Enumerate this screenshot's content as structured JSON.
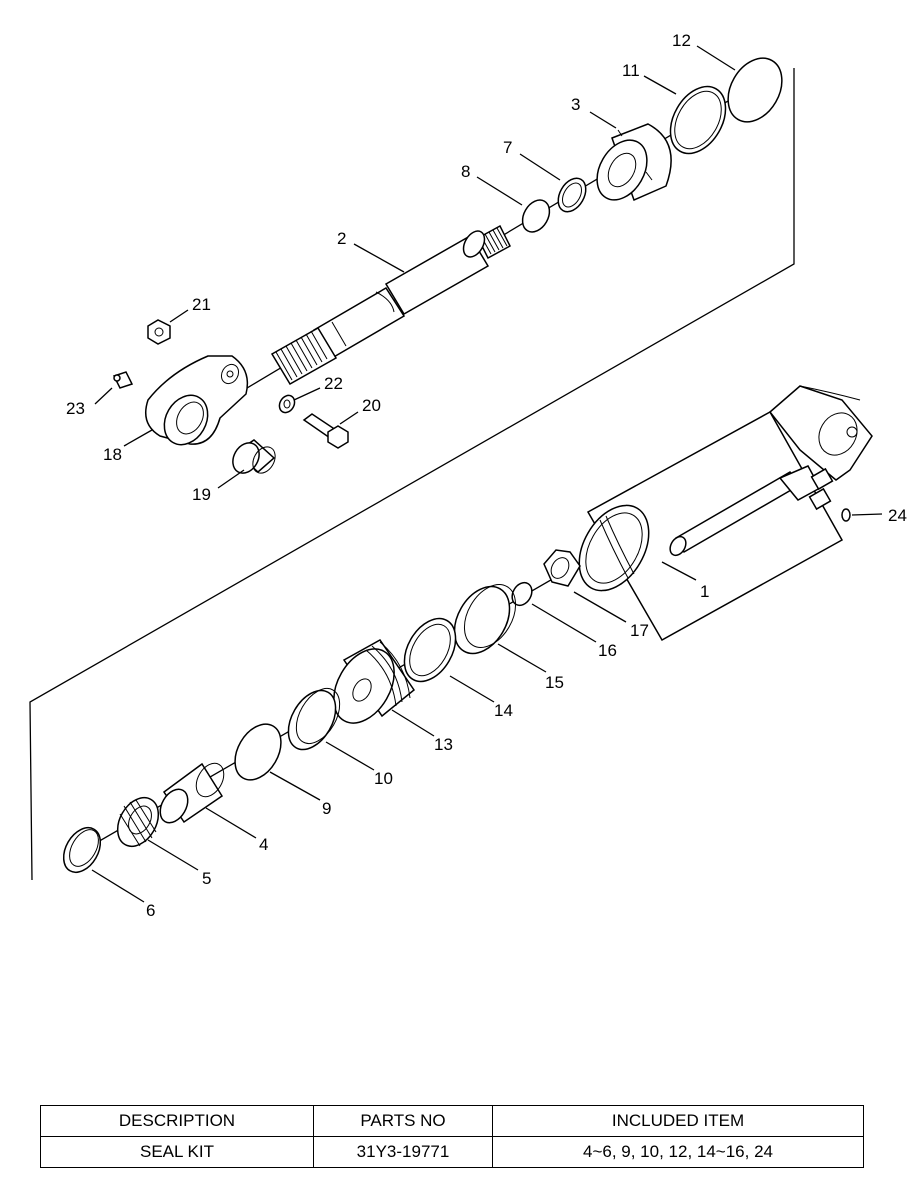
{
  "callouts": [
    "1",
    "2",
    "3",
    "4",
    "5",
    "6",
    "7",
    "8",
    "9",
    "10",
    "11",
    "12",
    "13",
    "14",
    "15",
    "16",
    "17",
    "18",
    "19",
    "20",
    "21",
    "22",
    "23",
    "24"
  ],
  "table": {
    "headers": [
      "DESCRIPTION",
      "PARTS NO",
      "INCLUDED ITEM"
    ],
    "rows": [
      [
        "SEAL KIT",
        "31Y3-19771",
        "4~6, 9, 10, 12, 14~16, 24"
      ]
    ]
  }
}
